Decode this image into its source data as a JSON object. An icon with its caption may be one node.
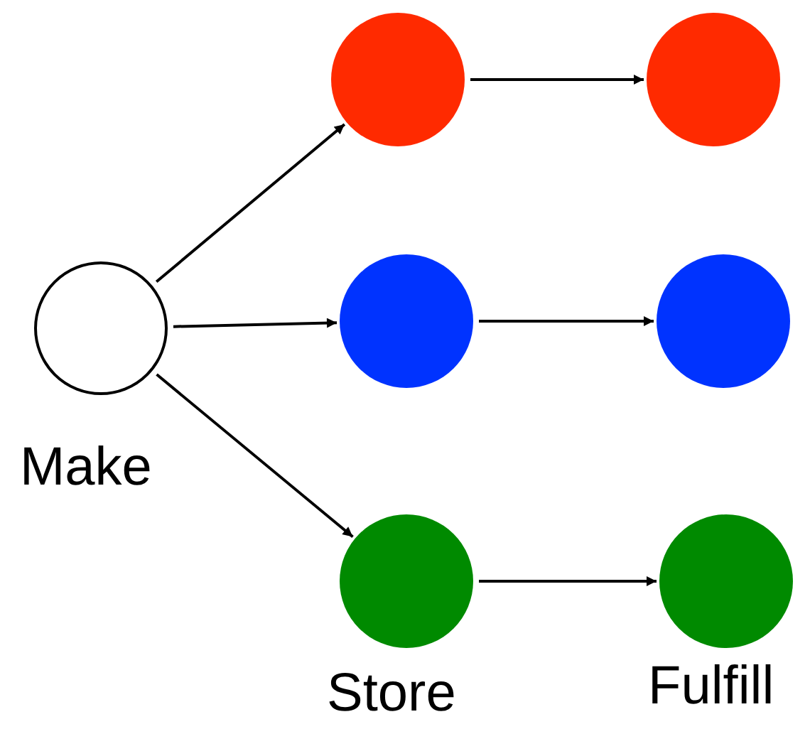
{
  "diagram": {
    "nodes": [
      {
        "text": [],
        "shape": "circle"
      },
      {
        "text": [],
        "shape": "circle"
      },
      {
        "text": [],
        "shape": "circle",
        "beside": [
          "Make"
        ]
      },
      {
        "text": [],
        "shape": "circle"
      },
      {
        "text": [],
        "shape": "circle"
      },
      {
        "text": [],
        "shape": "circle"
      },
      {
        "text": [],
        "shape": "circle"
      }
    ],
    "edges": [
      {
        "from": 2,
        "to": 0,
        "arrow": "to"
      },
      {
        "from": 2,
        "to": 3,
        "arrow": "to"
      },
      {
        "from": 2,
        "to": 5,
        "arrow": "to"
      },
      {
        "from": 0,
        "to": 1,
        "arrow": "to"
      },
      {
        "from": 3,
        "to": 4,
        "arrow": "to"
      },
      {
        "from": 5,
        "to": 6,
        "arrow": "to"
      }
    ],
    "labels": [
      "Store",
      "Fulfill"
    ]
  }
}
